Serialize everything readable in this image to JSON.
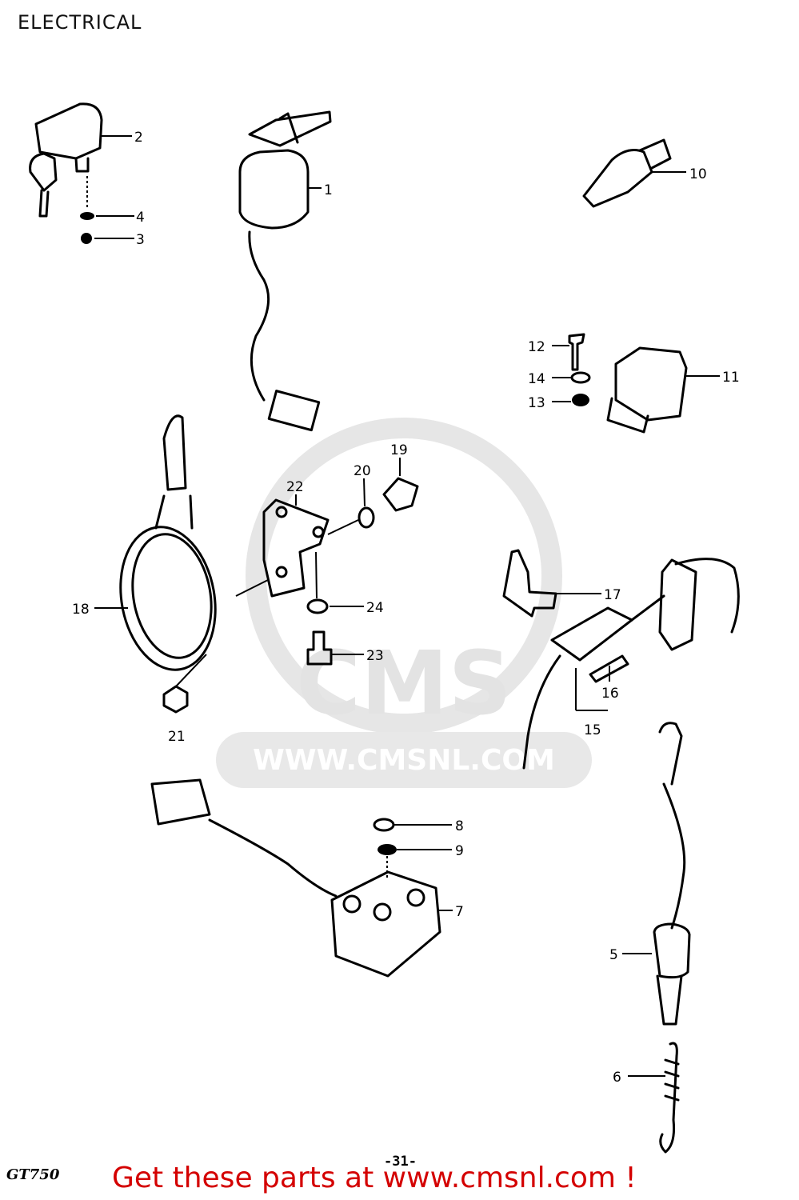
{
  "header": {
    "title": "ELECTRICAL"
  },
  "footer": {
    "model": "GT750",
    "page_number": "-31-",
    "cta_text": "Get these parts at www.cmsnl.com !"
  },
  "watermark": {
    "logo_text": "CMS",
    "url_text": "WWW.CMSNL.COM"
  },
  "callouts": [
    "1",
    "2",
    "3",
    "4",
    "5",
    "6",
    "7",
    "8",
    "9",
    "10",
    "11",
    "12",
    "13",
    "14",
    "15",
    "16",
    "17",
    "18",
    "19",
    "20",
    "21",
    "22",
    "23",
    "24"
  ],
  "colors": {
    "cta": "#d40000",
    "watermark": "#e3e3e3"
  }
}
